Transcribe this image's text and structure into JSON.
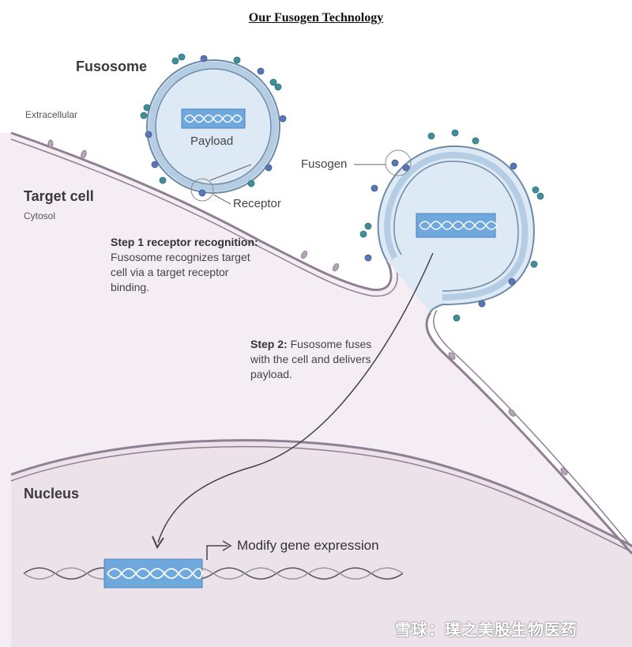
{
  "title": "Our Fusogen Technology",
  "labels": {
    "fusosome": "Fusosome",
    "extracellular": "Extracellular",
    "target_cell": "Target cell",
    "cytosol": "Cytosol",
    "payload": "Payload",
    "fusogen": "Fusogen",
    "receptor": "Receptor",
    "nucleus": "Nucleus",
    "modify": "Modify gene expression"
  },
  "step1": {
    "heading": "Step 1 receptor recognition:",
    "text": "Fusosome recognizes target cell via a target receptor binding."
  },
  "step2": {
    "heading": "Step 2:",
    "text": "Fusosome fuses with the cell and delivers payload."
  },
  "watermark": "雪球：璞之美股生物医药",
  "colors": {
    "membrane": "#8f7f93",
    "vesicle_fill": "#dde9f4",
    "vesicle_ring": "#b4cde2",
    "cell_fill": "#f4edf3",
    "nucleus_fill": "#ece2ea",
    "payload_box": "#6fa8dc",
    "fusogen_teal": "#3f8f9a",
    "fusogen_blue": "#5b76b5"
  }
}
